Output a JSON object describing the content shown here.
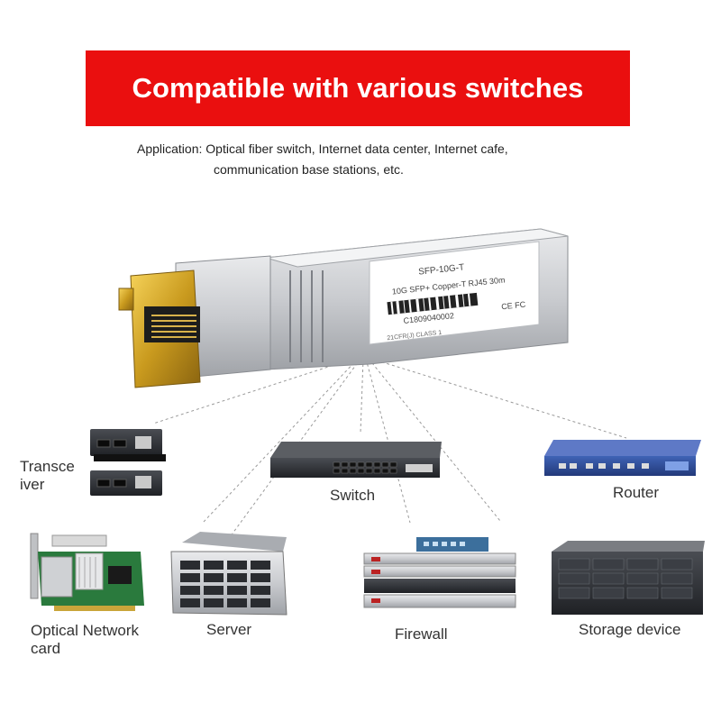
{
  "banner": {
    "title": "Compatible with various switches",
    "background": "#ea0f0f"
  },
  "application": {
    "line1": "Application: Optical fiber switch, Internet data center, Internet cafe,",
    "line2": "communication base stations, etc."
  },
  "module_label": {
    "model": "SFP-10G-T",
    "description": "10G SFP+ Copper-T RJ45 30m",
    "serial": "C1809040002",
    "marks": "CE FC",
    "class_line": "21CFR(J) CLASS 1"
  },
  "devices": {
    "transceiver": {
      "line1": "Transce",
      "line2": "iver"
    },
    "switch": "Switch",
    "router": "Router",
    "optical_card": {
      "line1": "Optical Network",
      "line2": "card"
    },
    "server": "Server",
    "firewall": "Firewall",
    "storage": "Storage device"
  }
}
